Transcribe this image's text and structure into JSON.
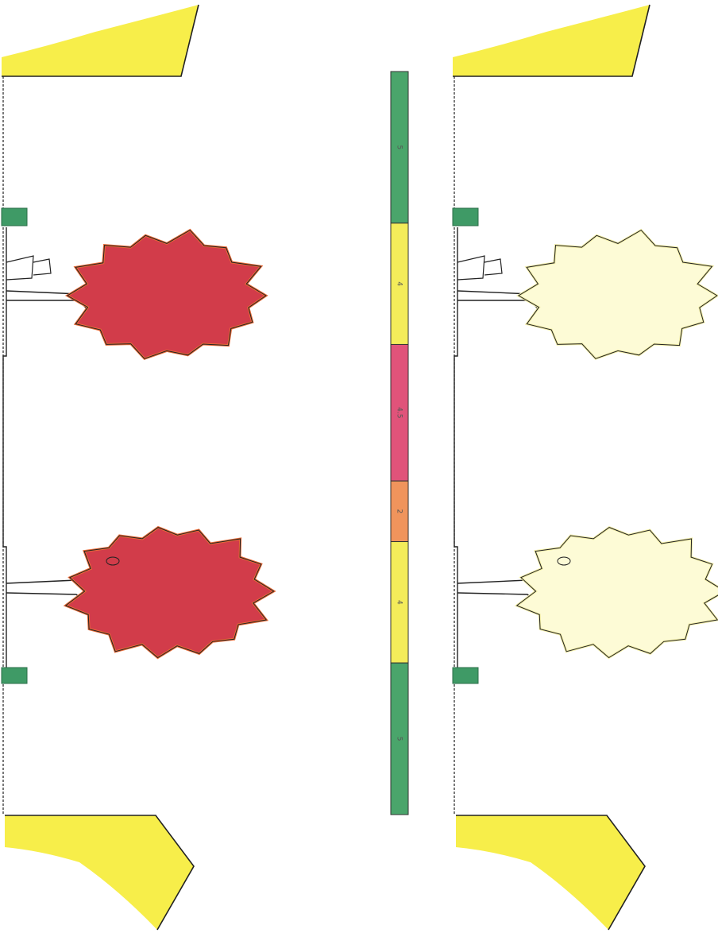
{
  "colors": {
    "paper": "#ffffff",
    "ink": "#222222",
    "sky_yellow": "#f7ee4a",
    "tree_red": "#d23c4a",
    "tree_edge": "#e86a36",
    "tree_pale": "#fdfbd6",
    "shrub_green": "#3f9a66",
    "seg_green": "#4aa56b",
    "seg_yellow": "#f4ec5a",
    "seg_pink": "#e0537a",
    "seg_orange": "#f0945c"
  },
  "cross_section": {
    "segments": [
      {
        "label": "5",
        "value": 5,
        "color": "#4aa56b"
      },
      {
        "label": "4",
        "value": 4,
        "color": "#f4ec5a"
      },
      {
        "label": "4.5",
        "value": 4.5,
        "color": "#e0537a"
      },
      {
        "label": "2",
        "value": 2,
        "color": "#f0945c"
      },
      {
        "label": "4",
        "value": 4,
        "color": "#f4ec5a"
      },
      {
        "label": "5",
        "value": 5,
        "color": "#4aa56b"
      }
    ]
  },
  "panels": [
    {
      "name": "left-panel",
      "tree_fill": "#d23c4a",
      "tree_edge": "#e86a36"
    },
    {
      "name": "right-panel",
      "tree_fill": "#fdfbd6",
      "tree_edge": "#f3eea8"
    }
  ]
}
